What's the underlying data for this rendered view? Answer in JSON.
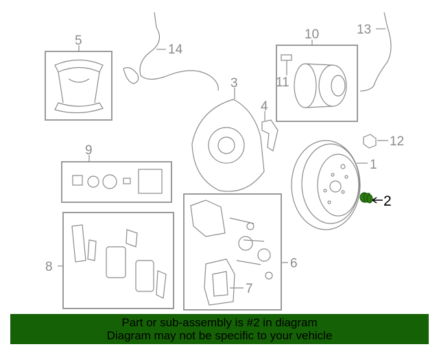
{
  "diagram": {
    "callouts": {
      "c1": "1",
      "c2": "2",
      "c3": "3",
      "c4": "4",
      "c5": "5",
      "c6": "6",
      "c7": "7",
      "c8": "8",
      "c9": "9",
      "c10": "10",
      "c11": "11",
      "c12": "12",
      "c13": "13",
      "c14": "14"
    },
    "highlight_color": "#2a7a10"
  },
  "banner": {
    "line1": "Part or sub-assembly is #2 in diagram",
    "line2": "Diagram may not be specific to your vehicle",
    "color": "#156206"
  }
}
